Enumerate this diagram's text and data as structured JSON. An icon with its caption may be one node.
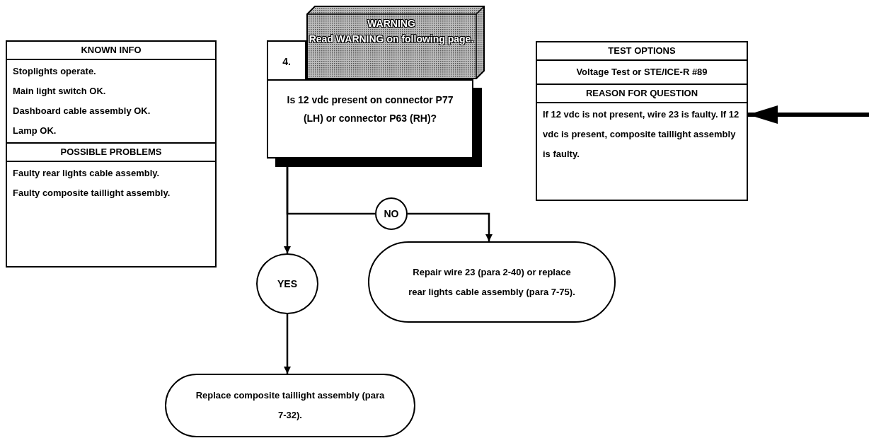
{
  "diagram": {
    "nodes": [
      {
        "text": [
          "KNOWN INFO",
          "Stoplights operate.",
          "Main light switch OK.",
          "Dashboard cable assembly OK.",
          "Lamp OK.",
          "POSSIBLE PROBLEMS",
          "Faulty rear lights cable assembly.",
          "Faulty composite taillight assembly."
        ]
      },
      {
        "text": [
          "4.",
          "Is 12 vdc present on connector P77 (LH) or connector P63 (RH)?"
        ]
      },
      {
        "text": [
          "WARNING",
          "Read WARNING on following page."
        ]
      },
      {
        "text": [
          "TEST OPTIONS",
          "Voltage Test or STE/ICE-R #89",
          "REASON FOR QUESTION",
          "If 12 vdc is not present, wire 23 is faulty.  If 12 vdc is present, composite taillight assembly is faulty."
        ]
      },
      {
        "text": [
          "NO"
        ]
      },
      {
        "text": [
          "YES"
        ]
      },
      {
        "text": [
          "Repair wire 23 (para 2-40) or replace rear lights cable assembly (para 7-75)."
        ]
      },
      {
        "text": [
          "Replace composite taillight assembly (para 7-32)."
        ]
      }
    ],
    "edges": [
      {
        "from": 1,
        "to": 5,
        "arrow": "to"
      },
      {
        "from": 1,
        "to": 4,
        "arrow": "none"
      },
      {
        "from": 4,
        "to": 6,
        "arrow": "to"
      },
      {
        "from": 5,
        "to": 7,
        "arrow": "to"
      },
      {
        "from": null,
        "to": 3,
        "arrow": "to",
        "style": "thick"
      }
    ]
  }
}
